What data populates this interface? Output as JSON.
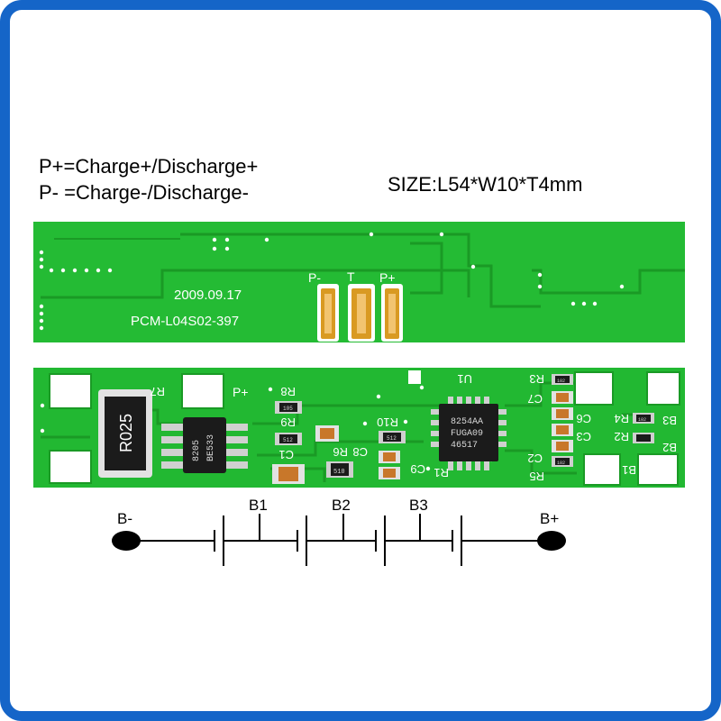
{
  "legend": {
    "line1": "P+=Charge+/Discharge+",
    "line2": "P- =Charge-/Discharge-",
    "size": "SIZE:L54*W10*T4mm"
  },
  "board_top": {
    "date": "2009.09.17",
    "part_number": "PCM-L04S02-397",
    "pad_labels": [
      "P-",
      "T",
      "P+"
    ]
  },
  "board_bottom": {
    "shunt_marking": "R025",
    "mosfet_marking": [
      "8205",
      "BE533"
    ],
    "ic_marking": [
      "8254AA",
      "FUGA09",
      "46517"
    ],
    "silk_labels": [
      "R7",
      "P+",
      "R8",
      "R9",
      "C1",
      "R6",
      "C8",
      "R10",
      "U1",
      "C9",
      "R1",
      "C7",
      "R3",
      "C6",
      "R4",
      "C3",
      "R2",
      "C2",
      "R5",
      "B3",
      "B2",
      "B1"
    ],
    "smd_codes": [
      "105",
      "512",
      "510",
      "512",
      "102",
      "102",
      "102"
    ]
  },
  "diagram": {
    "left_terminal": "B-",
    "right_terminal": "B+",
    "taps": [
      "B1",
      "B2",
      "B3"
    ]
  },
  "colors": {
    "border": "#1565c8",
    "pcb_green": "#22b832",
    "trace_green": "#1a9a25",
    "gold_pad": "#d99a22",
    "chip_black": "#1b1b1b"
  }
}
